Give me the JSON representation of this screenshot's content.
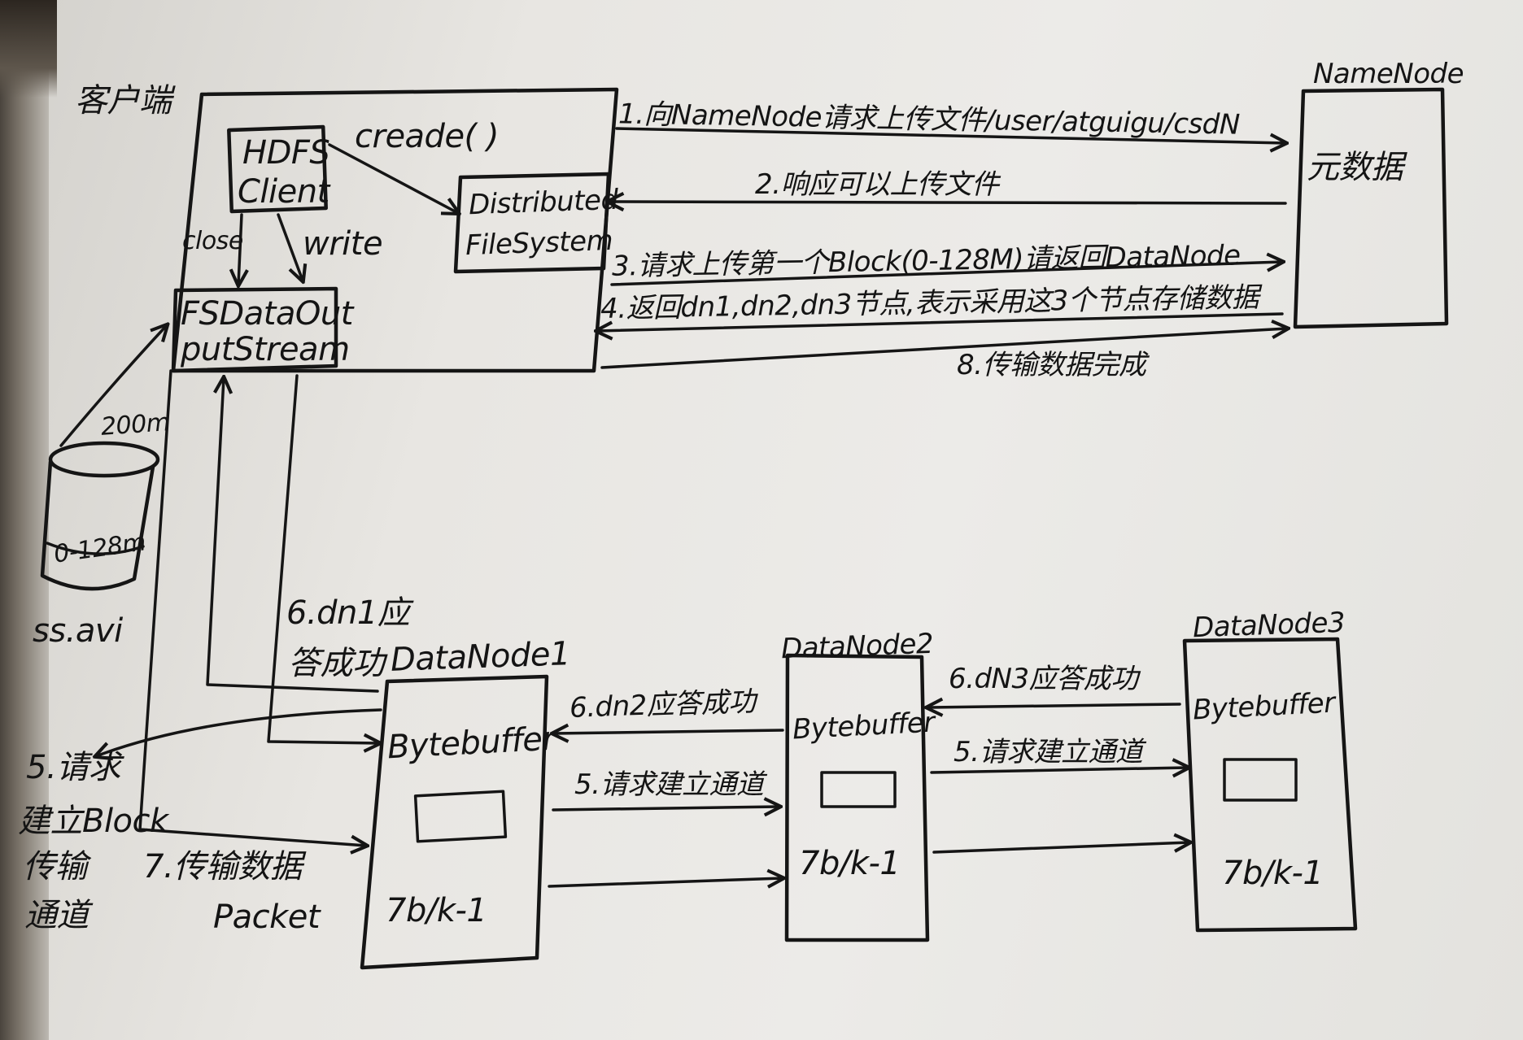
{
  "client": {
    "title": "客户端",
    "hdfs_client_line1": "HDFS",
    "hdfs_client_line2": "Client",
    "create_call": "creade( )",
    "dfs_line1": "Distributed",
    "dfs_line2": "FileSystem",
    "close_call": "close",
    "write_call": "write",
    "fsdos_line1": "FSDataOut",
    "fsdos_line2": "putStream"
  },
  "namenode": {
    "title": "NameNode",
    "metadata": "元数据"
  },
  "messages": {
    "m1": "1.向NameNode请求上传文件/user/atguigu/csdN",
    "m2": "2.响应可以上传文件",
    "m3": "3.请求上传第一个Block(0-128M)请返回DataNode",
    "m4": "4.返回dn1,dn2,dn3节点,表示采用这3个节点存储数据",
    "m8": "8.传输数据完成"
  },
  "file": {
    "size": "200m",
    "block_range": "0-128m",
    "name": "ss.avi"
  },
  "pipeline": {
    "step5_client_line1": "5.请求",
    "step5_client_line2": "建立Block",
    "step5_client_line3": "传输",
    "step5_client_line4": "通道",
    "step6_dn1_line1": "6.dn1应",
    "step6_dn1_line2": "答成功",
    "step7_line1": "7.传输数据",
    "step7_line2": "Packet",
    "step6_dn2": "6.dn2应答成功",
    "step5_dn1_dn2": "5.请求建立通道",
    "step6_dn3": "6.dN3应答成功",
    "step5_dn2_dn3": "5.请求建立通道"
  },
  "datanodes": [
    {
      "title": "DataNode1",
      "buffer": "Bytebuffer",
      "disk": "7b/k-1"
    },
    {
      "title": "DataNode2",
      "buffer": "Bytebuffer",
      "disk": "7b/k-1"
    },
    {
      "title": "DataNode3",
      "buffer": "Bytebuffer",
      "disk": "7b/k-1"
    }
  ],
  "colors": {
    "ink": "#151515",
    "paper": "#eae9e5"
  }
}
